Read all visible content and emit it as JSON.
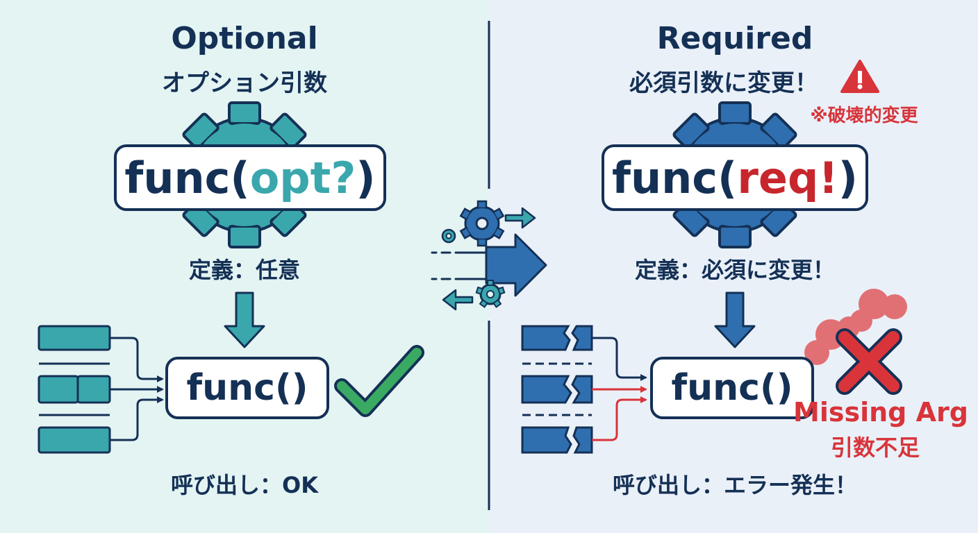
{
  "left": {
    "title": "Optional",
    "subtitle": "オプション引数",
    "code_name": "func(",
    "code_param": "opt?",
    "code_close": ")",
    "definition": "定義：任意",
    "call_code": "func()",
    "call_result": "呼び出し：OK"
  },
  "right": {
    "title": "Required",
    "subtitle": "必須引数に変更！",
    "note": "※破壊的変更",
    "code_name": "func(",
    "code_param": "req!",
    "code_close": ")",
    "definition": "定義：必須に変更！",
    "call_code": "func()",
    "error_en": "Missing Arg",
    "error_jp": "引数不足",
    "call_result": "呼び出し：エラー発生！"
  },
  "icons": [
    "gear-icon",
    "warning-icon",
    "check-icon",
    "cross-icon",
    "arrow-icon",
    "smoke-icon"
  ],
  "colors": {
    "navy": "#143055",
    "teal": "#3aa7ad",
    "teal_bg": "#e4f4f3",
    "blue": "#2f6fb0",
    "blue_bg": "#eaf0f8",
    "red": "#d8343a",
    "green": "#3aaa63"
  }
}
